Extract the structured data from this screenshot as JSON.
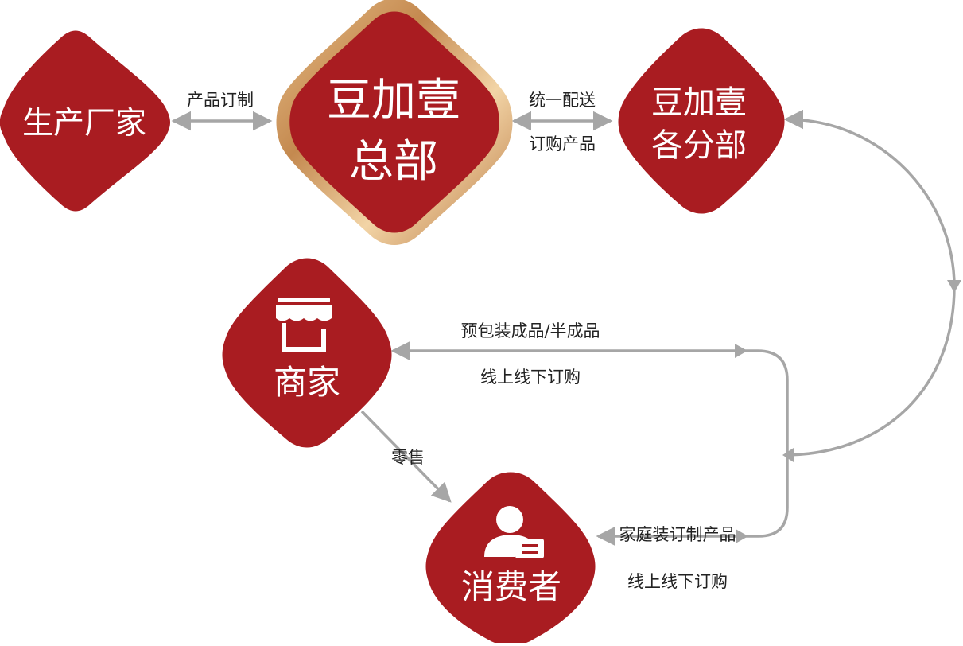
{
  "nodes": {
    "factory": {
      "label": "生产厂家"
    },
    "hq": {
      "line1": "豆加壹",
      "line2": "总部"
    },
    "branch": {
      "line1": "豆加壹",
      "line2": "各分部"
    },
    "merchant": {
      "label": "商家",
      "icon": "store-awning-icon"
    },
    "consumer": {
      "label": "消费者",
      "icon": "user-card-icon"
    }
  },
  "edges": {
    "factory_hq": {
      "label": "产品订制"
    },
    "hq_branch": {
      "top": "统一配送",
      "bottom": "订购产品"
    },
    "branch_merchant": {
      "top": "预包装成品/半成品",
      "bottom": "线上线下订购"
    },
    "merchant_consumer": {
      "label": "零售"
    },
    "branch_consumer": {
      "top": "家庭装订制产品",
      "bottom": "线上线下订购"
    }
  },
  "colors": {
    "node_fill": "#a91c21",
    "hq_border": "#c9955a",
    "connector": "#a6a6a6",
    "text_on_node": "#ffffff"
  }
}
